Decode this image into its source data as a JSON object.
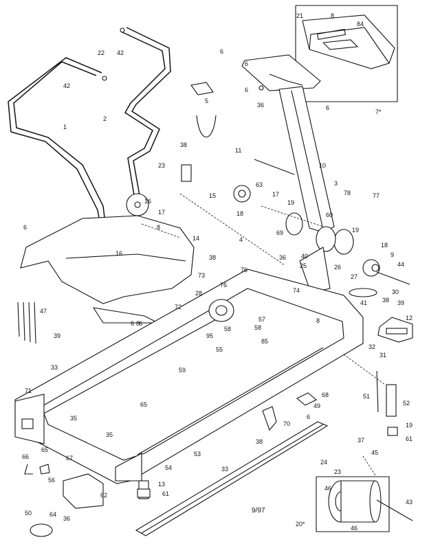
{
  "labels": [
    {
      "id": "21",
      "text": "21"
    },
    {
      "id": "8a",
      "text": "8"
    },
    {
      "id": "84",
      "text": "84"
    },
    {
      "id": "22",
      "text": "22"
    },
    {
      "id": "42a",
      "text": "42"
    },
    {
      "id": "42b",
      "text": "42"
    },
    {
      "id": "6a",
      "text": "6"
    },
    {
      "id": "6b",
      "text": "6"
    },
    {
      "id": "6c",
      "text": "6"
    },
    {
      "id": "36a",
      "text": "36"
    },
    {
      "id": "6d",
      "text": "6"
    },
    {
      "id": "5",
      "text": "5"
    },
    {
      "id": "7",
      "text": "7*"
    },
    {
      "id": "1",
      "text": "1"
    },
    {
      "id": "2",
      "text": "2"
    },
    {
      "id": "38a",
      "text": "38"
    },
    {
      "id": "23",
      "text": "23"
    },
    {
      "id": "11",
      "text": "11"
    },
    {
      "id": "10",
      "text": "10"
    },
    {
      "id": "3",
      "text": "3"
    },
    {
      "id": "78",
      "text": "78"
    },
    {
      "id": "77",
      "text": "77"
    },
    {
      "id": "16a",
      "text": "16"
    },
    {
      "id": "17a",
      "text": "17"
    },
    {
      "id": "15",
      "text": "15"
    },
    {
      "id": "63",
      "text": "63"
    },
    {
      "id": "17b",
      "text": "17"
    },
    {
      "id": "18a",
      "text": "18"
    },
    {
      "id": "19a",
      "text": "19"
    },
    {
      "id": "60",
      "text": "60"
    },
    {
      "id": "19b",
      "text": "19"
    },
    {
      "id": "6e",
      "text": "6"
    },
    {
      "id": "8b",
      "text": "8"
    },
    {
      "id": "14",
      "text": "14"
    },
    {
      "id": "16b",
      "text": "16"
    },
    {
      "id": "69",
      "text": "69"
    },
    {
      "id": "40",
      "text": "40"
    },
    {
      "id": "36b",
      "text": "36"
    },
    {
      "id": "18b",
      "text": "18"
    },
    {
      "id": "4",
      "text": "4"
    },
    {
      "id": "38b",
      "text": "38"
    },
    {
      "id": "73",
      "text": "73"
    },
    {
      "id": "28",
      "text": "28"
    },
    {
      "id": "76a",
      "text": "76"
    },
    {
      "id": "76b",
      "text": "76"
    },
    {
      "id": "25",
      "text": "25"
    },
    {
      "id": "26",
      "text": "26"
    },
    {
      "id": "9",
      "text": "9"
    },
    {
      "id": "44",
      "text": "44"
    },
    {
      "id": "74",
      "text": "74"
    },
    {
      "id": "27",
      "text": "27"
    },
    {
      "id": "30",
      "text": "30"
    },
    {
      "id": "72",
      "text": "72"
    },
    {
      "id": "41",
      "text": "41"
    },
    {
      "id": "38c",
      "text": "38"
    },
    {
      "id": "39a",
      "text": "39"
    },
    {
      "id": "12",
      "text": "12"
    },
    {
      "id": "8c",
      "text": "8"
    },
    {
      "id": "57",
      "text": "57"
    },
    {
      "id": "58a",
      "text": "58"
    },
    {
      "id": "58b",
      "text": "58"
    },
    {
      "id": "95",
      "text": "95"
    },
    {
      "id": "85",
      "text": "85"
    },
    {
      "id": "47",
      "text": "47"
    },
    {
      "id": "39b",
      "text": "39"
    },
    {
      "id": "32",
      "text": "32"
    },
    {
      "id": "31",
      "text": "31"
    },
    {
      "id": "33a",
      "text": "33"
    },
    {
      "id": "59",
      "text": "59"
    },
    {
      "id": "55",
      "text": "55"
    },
    {
      "id": "71",
      "text": "71"
    },
    {
      "id": "35a",
      "text": "35"
    },
    {
      "id": "68",
      "text": "68"
    },
    {
      "id": "51",
      "text": "51"
    },
    {
      "id": "52",
      "text": "52"
    },
    {
      "id": "49",
      "text": "49"
    },
    {
      "id": "65a",
      "text": "65"
    },
    {
      "id": "6f",
      "text": "6"
    },
    {
      "id": "70",
      "text": "70"
    },
    {
      "id": "19c",
      "text": "19"
    },
    {
      "id": "38d",
      "text": "38"
    },
    {
      "id": "61a",
      "text": "61"
    },
    {
      "id": "53",
      "text": "53"
    },
    {
      "id": "35b",
      "text": "35"
    },
    {
      "id": "66",
      "text": "66"
    },
    {
      "id": "65b",
      "text": "65"
    },
    {
      "id": "67",
      "text": "67"
    },
    {
      "id": "54",
      "text": "54"
    },
    {
      "id": "37",
      "text": "37"
    },
    {
      "id": "24",
      "text": "24"
    },
    {
      "id": "23b",
      "text": "23"
    },
    {
      "id": "45",
      "text": "45"
    },
    {
      "id": "33b",
      "text": "33"
    },
    {
      "id": "56",
      "text": "56"
    },
    {
      "id": "62",
      "text": "62"
    },
    {
      "id": "13",
      "text": "13"
    },
    {
      "id": "61b",
      "text": "61"
    },
    {
      "id": "64",
      "text": "64"
    },
    {
      "id": "46a",
      "text": "46"
    },
    {
      "id": "43",
      "text": "43"
    },
    {
      "id": "50",
      "text": "50"
    },
    {
      "id": "36c",
      "text": "36"
    },
    {
      "id": "46b",
      "text": "46"
    },
    {
      "id": "20",
      "text": "20*"
    },
    {
      "id": "6g",
      "text": "6"
    },
    {
      "id": "8d",
      "text": "8"
    },
    {
      "id": "6h",
      "text": "6"
    }
  ],
  "footer": {
    "date": "9/97"
  }
}
